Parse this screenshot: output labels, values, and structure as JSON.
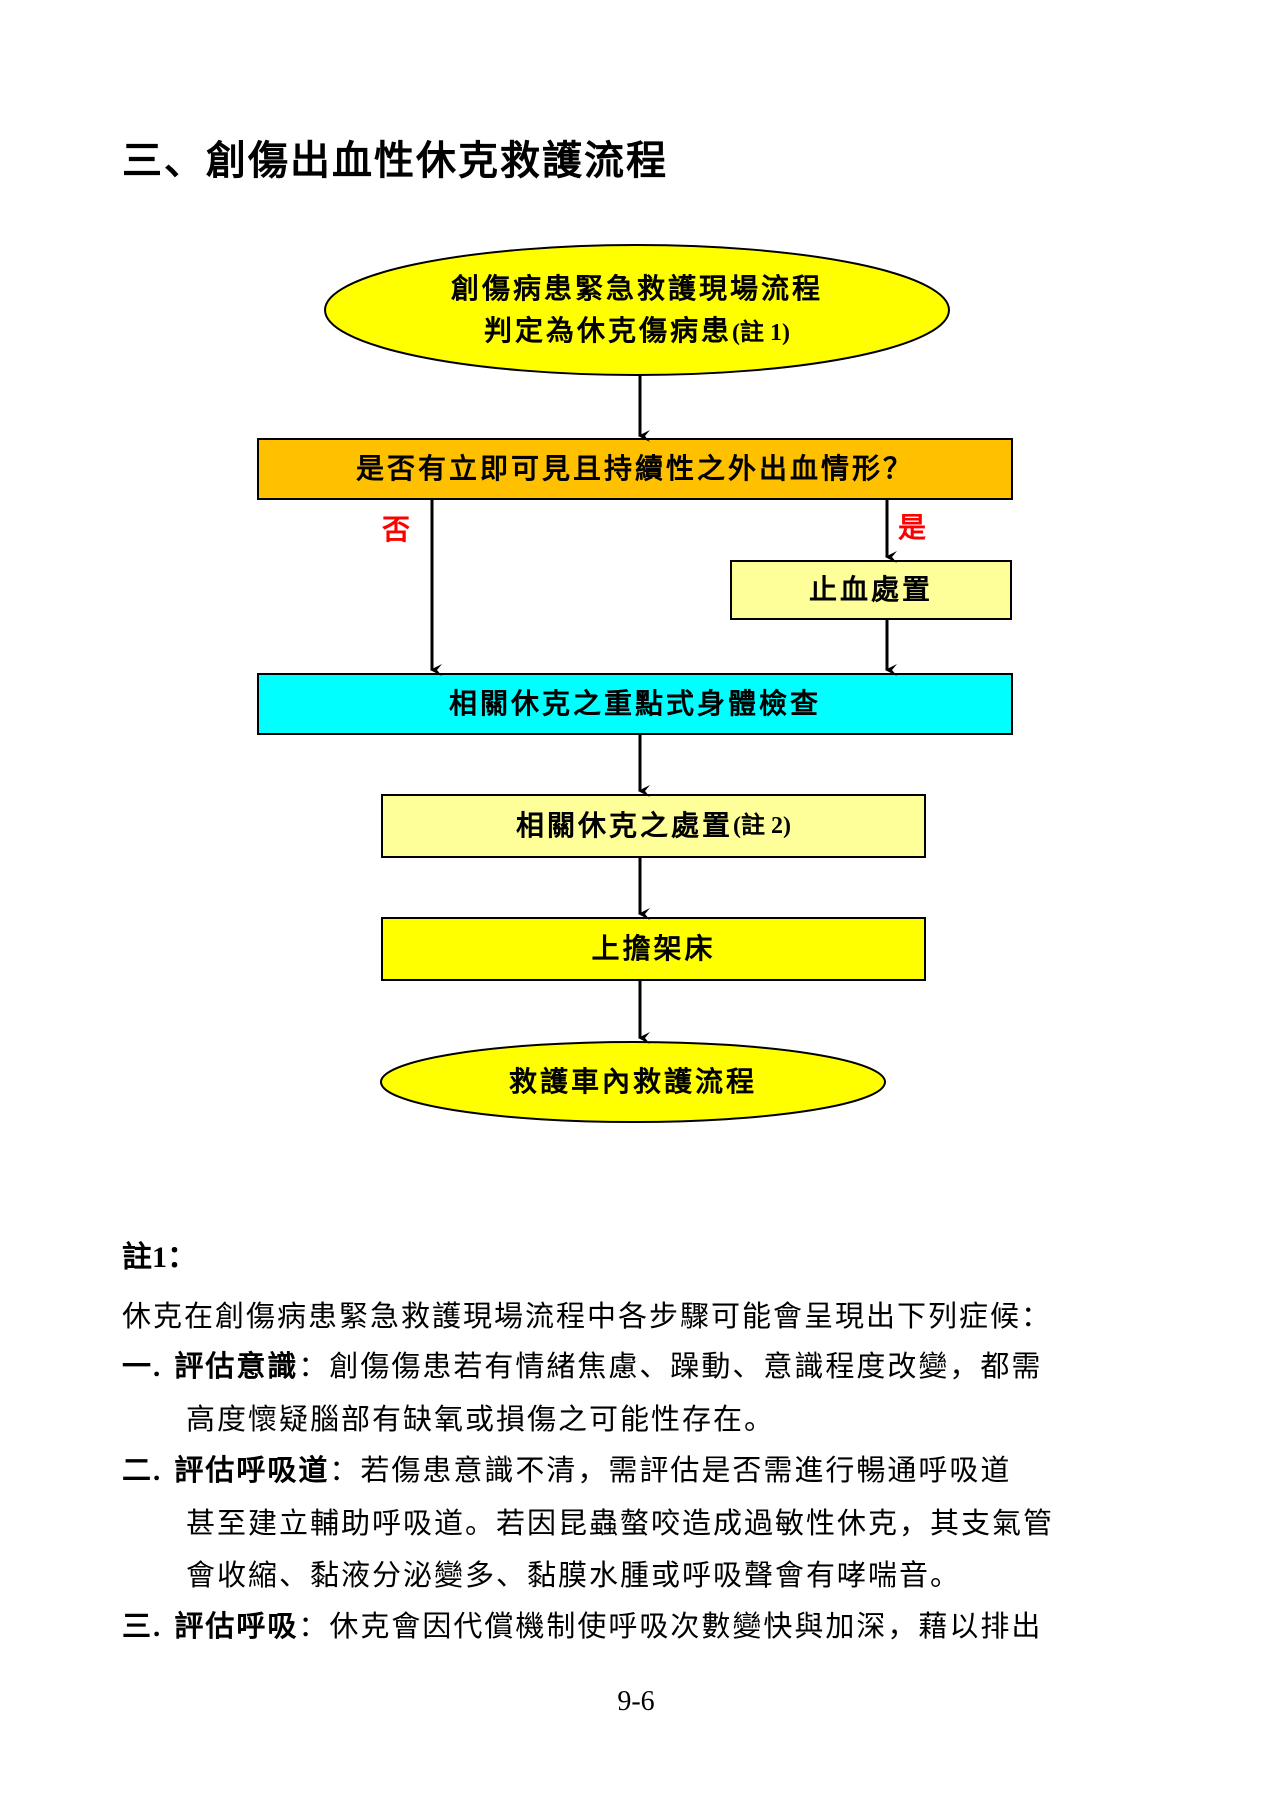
{
  "heading": "三、創傷出血性休克救護流程",
  "flowchart": {
    "start": {
      "line1": "創傷病患緊急救護現場流程",
      "line2": "判定為休克傷病患",
      "note": "(註 1)"
    },
    "decision": "是否有立即可見且持續性之外出血情形？",
    "branch_no": "否",
    "branch_yes": "是",
    "hemostasis": "止血處置",
    "exam": "相關休克之重點式身體檢查",
    "treatment": {
      "label": "相關休克之處置",
      "note": "(註 2)"
    },
    "stretcher": "上擔架床",
    "end": "救護車內救護流程",
    "colors": {
      "ellipse": "#ffff00",
      "decision": "#ffc000",
      "light": "#ffff99",
      "exam": "#00ffff",
      "stretcher": "#ffff00",
      "branch": "#ff0000"
    }
  },
  "notes": {
    "heading_prefix": "註",
    "heading_num": "1",
    "heading_suffix": "：",
    "intro": "休克在創傷病患緊急救護現場流程中各步驟可能會呈現出下列症候：",
    "items": [
      {
        "num": "一.",
        "lead": " 評估意識",
        "text": "：創傷傷患若有情緒焦慮、躁動、意識程度改變，都需",
        "cont": "高度懷疑腦部有缺氧或損傷之可能性存在。"
      },
      {
        "num": "二.",
        "lead": " 評估呼吸道",
        "text": "：若傷患意識不清，需評估是否需進行暢通呼吸道",
        "cont1": "甚至建立輔助呼吸道。若因昆蟲螫咬造成過敏性休克，其支氣管",
        "cont2": "會收縮、黏液分泌變多、黏膜水腫或呼吸聲會有哮喘音。"
      },
      {
        "num": "三.",
        "lead": " 評估呼吸",
        "text": "：休克會因代償機制使呼吸次數變快與加深，藉以排出"
      }
    ]
  },
  "page_number": "9-6"
}
